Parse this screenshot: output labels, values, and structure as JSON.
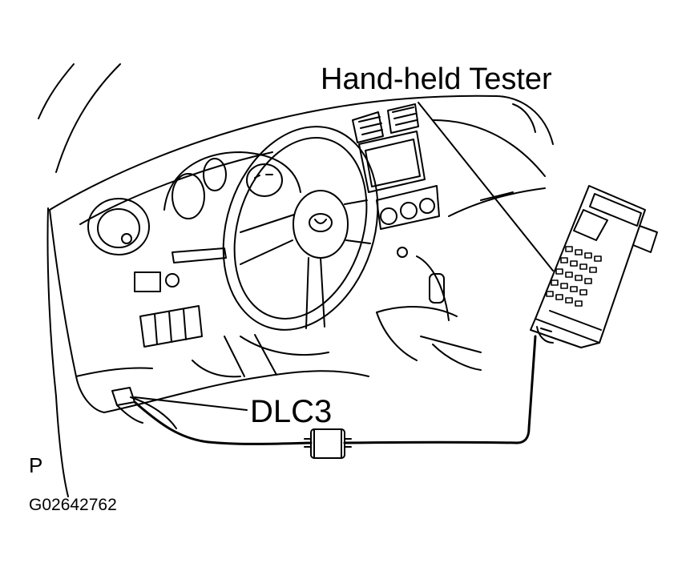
{
  "labels": {
    "tester": "Hand-held Tester",
    "connector": "DLC3",
    "corner_mark": "P",
    "figure_id": "G02642762"
  },
  "colors": {
    "ink": "#000000",
    "paper": "#ffffff"
  }
}
